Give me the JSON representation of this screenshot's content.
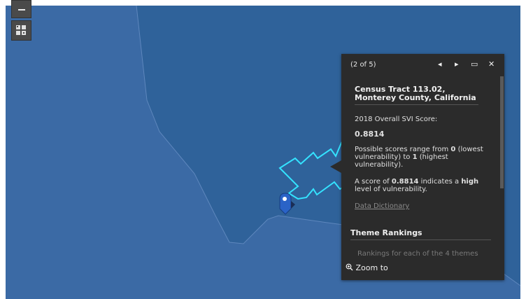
{
  "map": {
    "colors": {
      "land": "#2f629a",
      "water": "#3b6aa5",
      "tract": "#34e3ff",
      "marker": "#2a63c7"
    }
  },
  "controls": {
    "zoom_out_icon": "minus-icon",
    "basemap_icon": "basemap-gallery-icon"
  },
  "popup": {
    "pager": "(2 of 5)",
    "nav": {
      "prev": "◂",
      "next": "▸",
      "dock": "▭",
      "close": "✕"
    },
    "title": "Census Tract 113.02, Monterey County, California",
    "score_label": "2018 Overall SVI Score:",
    "score": "0.8814",
    "range_text": {
      "a": "Possible scores range from ",
      "low": "0",
      "b": " (lowest vulnerability) to ",
      "high": "1",
      "c": " (highest vulnerability)."
    },
    "meaning_text": {
      "a": "A score of ",
      "score": "0.8814",
      "b": " indicates a ",
      "level": "high",
      "c": " level of vulnerability."
    },
    "link": "Data Dictionary",
    "theme_heading": "Theme Rankings",
    "theme_intro": "Rankings for each of the 4 themes",
    "zoom_to": "Zoom to",
    "zoom_icon": "zoom-in-icon"
  }
}
